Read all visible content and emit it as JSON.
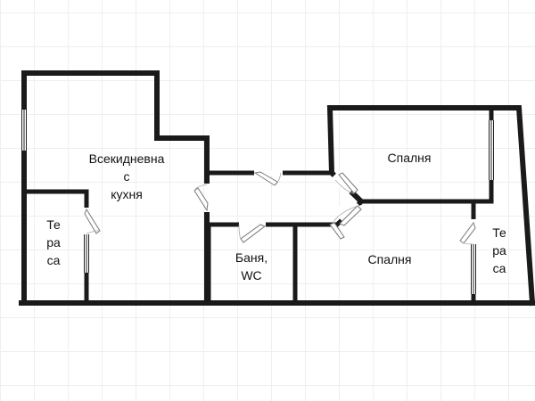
{
  "rooms": {
    "living": {
      "line1": "Всекидневна",
      "line2": "с",
      "line3": "кухня"
    },
    "terrace_left": {
      "line1": "Те",
      "line2": "ра",
      "line3": "са"
    },
    "bathroom": {
      "line1": "Баня,",
      "line2": "WC"
    },
    "bedroom_upper": {
      "line1": "Спалня"
    },
    "bedroom_lower": {
      "line1": "Спалня"
    },
    "terrace_right": {
      "line1": "Те",
      "line2": "ра",
      "line3": "са"
    }
  }
}
